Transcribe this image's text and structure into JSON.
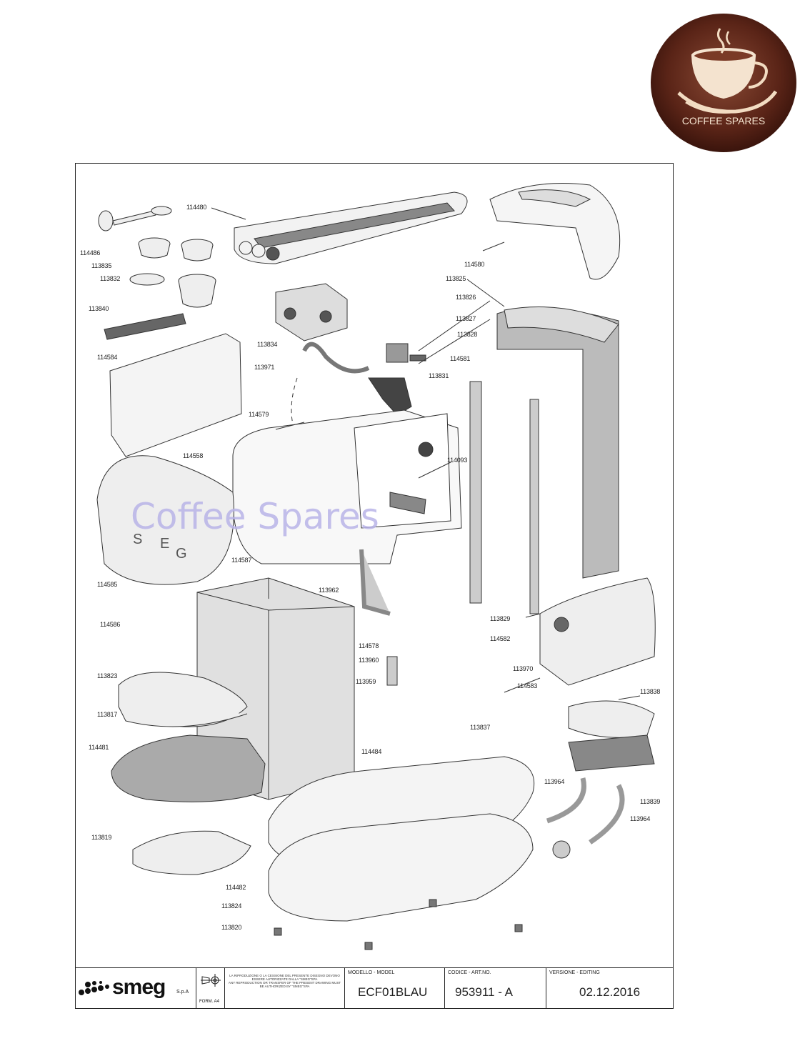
{
  "logo": {
    "text": "COFFEE SPARES",
    "icon": "coffee-cup-icon"
  },
  "watermark": "Coffee Spares",
  "parts": [
    {
      "code": "114480"
    },
    {
      "code": "114580"
    },
    {
      "code": "114486"
    },
    {
      "code": "113835"
    },
    {
      "code": "113832"
    },
    {
      "code": "113840"
    },
    {
      "code": "114584"
    },
    {
      "code": "113834"
    },
    {
      "code": "113971"
    },
    {
      "code": "113826"
    },
    {
      "code": "113827"
    },
    {
      "code": "113828"
    },
    {
      "code": "114581"
    },
    {
      "code": "113831"
    },
    {
      "code": "113825"
    },
    {
      "code": "114558"
    },
    {
      "code": "114579"
    },
    {
      "code": "114093"
    },
    {
      "code": "114585"
    },
    {
      "code": "114587"
    },
    {
      "code": "113962"
    },
    {
      "code": "114586"
    },
    {
      "code": "114578"
    },
    {
      "code": "113960"
    },
    {
      "code": "113959"
    },
    {
      "code": "113829"
    },
    {
      "code": "114582"
    },
    {
      "code": "113970"
    },
    {
      "code": "114583"
    },
    {
      "code": "113838"
    },
    {
      "code": "113823"
    },
    {
      "code": "113817"
    },
    {
      "code": "113837"
    },
    {
      "code": "114481"
    },
    {
      "code": "114484"
    },
    {
      "code": "113964"
    },
    {
      "code": "113839"
    },
    {
      "code": "113964"
    },
    {
      "code": "113819"
    },
    {
      "code": "114482"
    },
    {
      "code": "113824"
    },
    {
      "code": "113820"
    }
  ],
  "title_block": {
    "brand": "smeg",
    "brand_suffix": "S.p.A",
    "form": "FORM. A4",
    "notice_it": "LA RIPRODUZIONE O LA CESSIONE DEL PRESENTE DISEGNO DEVONO ESSERE AUTORIZZATE DALLA \"SMEG\"SPA",
    "notice_en": "ANY REPRODUCTION OR TRANSFER OF THE PRESENT DRAWING MUST BE AUTHORIZED BY \"SMEG\"SPA",
    "model_label": "MODELLO - MODEL",
    "model": "ECF01BLAU",
    "code_label": "CODICE - ART.NO.",
    "code": "953911 - A",
    "version_label": "VERSIONE - EDITING",
    "version": "02.12.2016"
  }
}
